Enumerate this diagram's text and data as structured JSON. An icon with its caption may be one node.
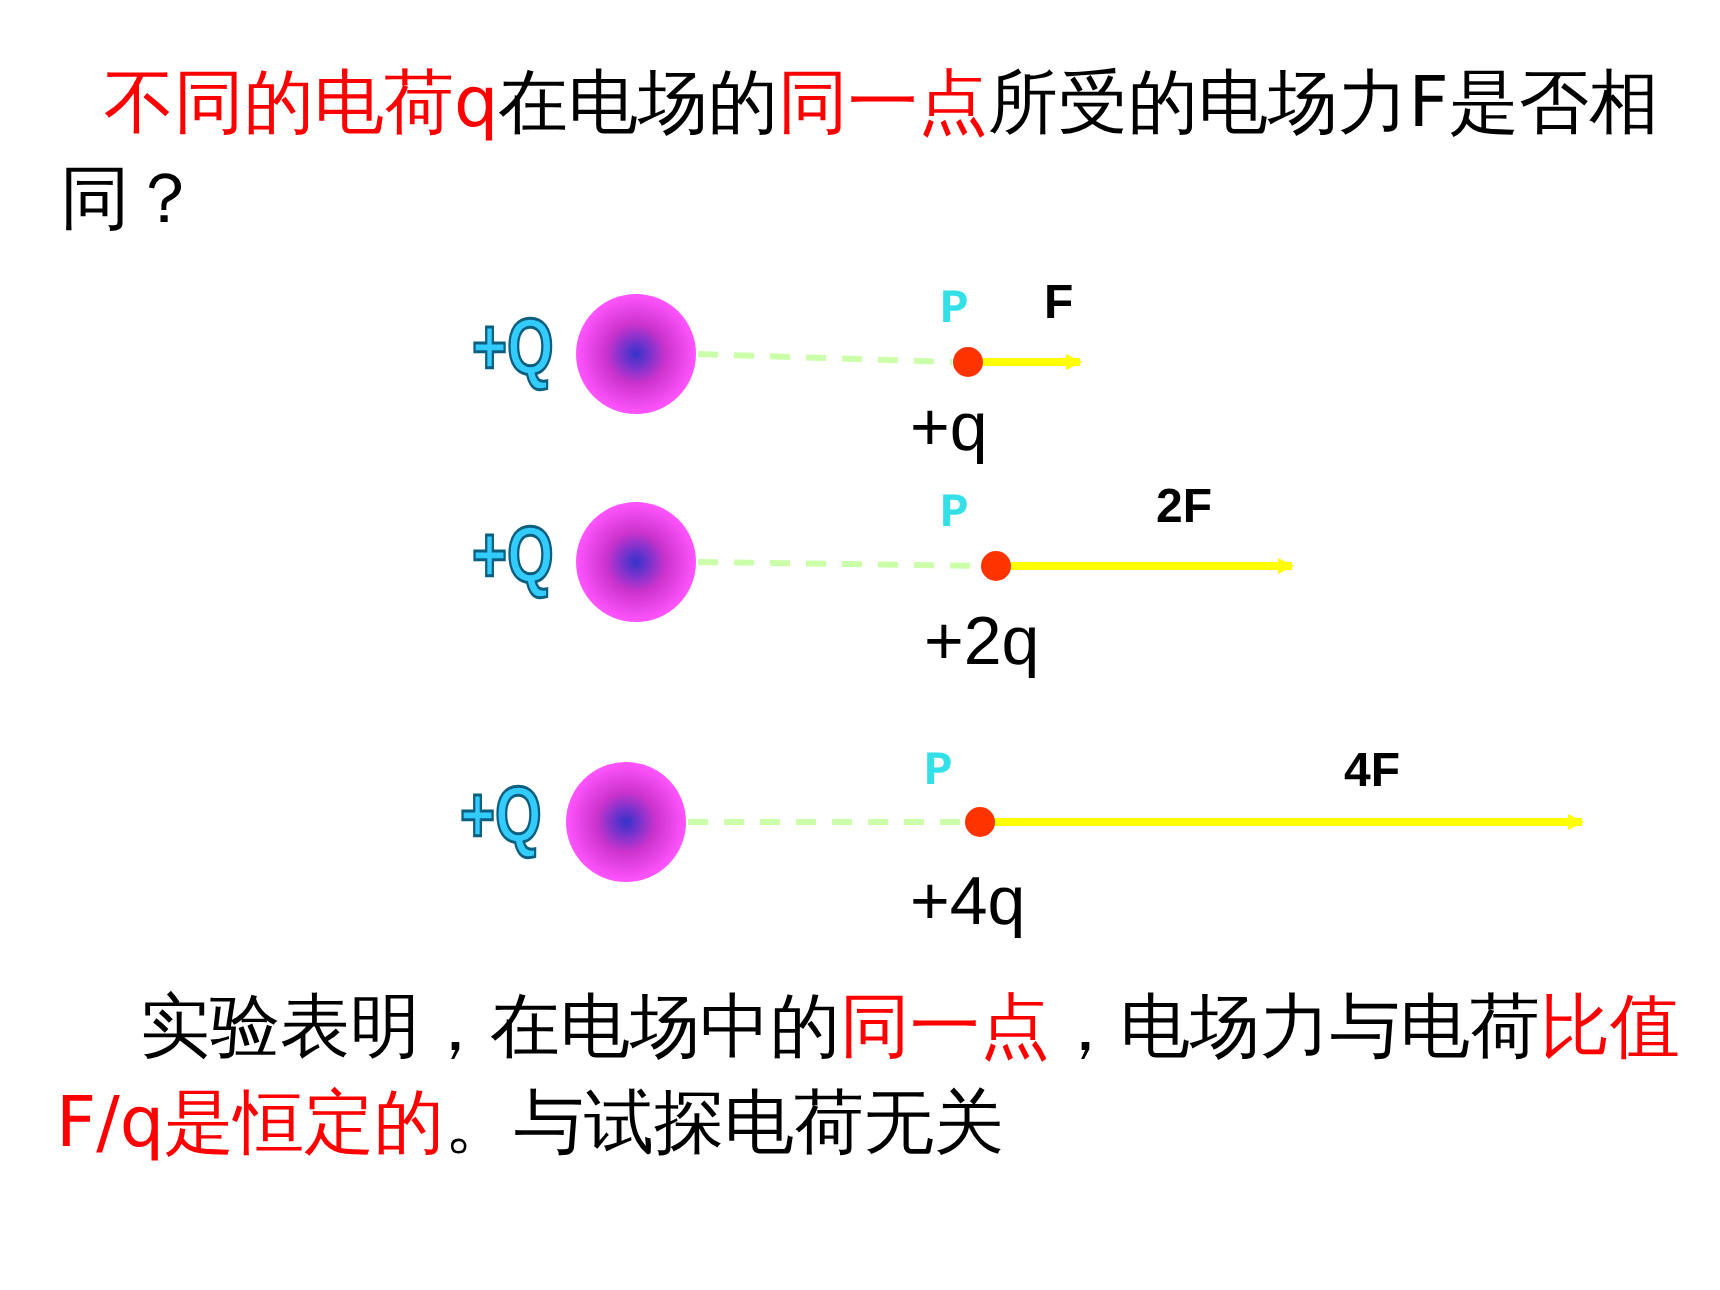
{
  "diagram": {
    "title": "**不同的电荷q**在电场的**同一点**所受的电场力F是否相同？",
    "caption": "实验表明，在电场中的**同一点**，电场力与电荷**比值F/q是恒定的**。与试探电荷无关",
    "nodes": [
      {
        "text": [
          "+Q"
        ]
      },
      {
        "text": [
          "P"
        ],
        "beside": [
          "+q"
        ]
      },
      {
        "text": [
          "+Q"
        ]
      },
      {
        "text": [
          "P"
        ],
        "beside": [
          "+2q"
        ]
      },
      {
        "text": [
          "+Q"
        ]
      },
      {
        "text": [
          "P"
        ],
        "beside": [
          "+4q"
        ]
      }
    ],
    "edges": [
      {
        "from": 0,
        "to": 1,
        "arrow": "none",
        "style": "dashed"
      },
      {
        "from": 2,
        "to": 3,
        "arrow": "none",
        "style": "dashed"
      },
      {
        "from": 4,
        "to": 5,
        "arrow": "none",
        "style": "dashed"
      }
    ],
    "labels": [
      "F",
      "2F",
      "4F"
    ]
  }
}
